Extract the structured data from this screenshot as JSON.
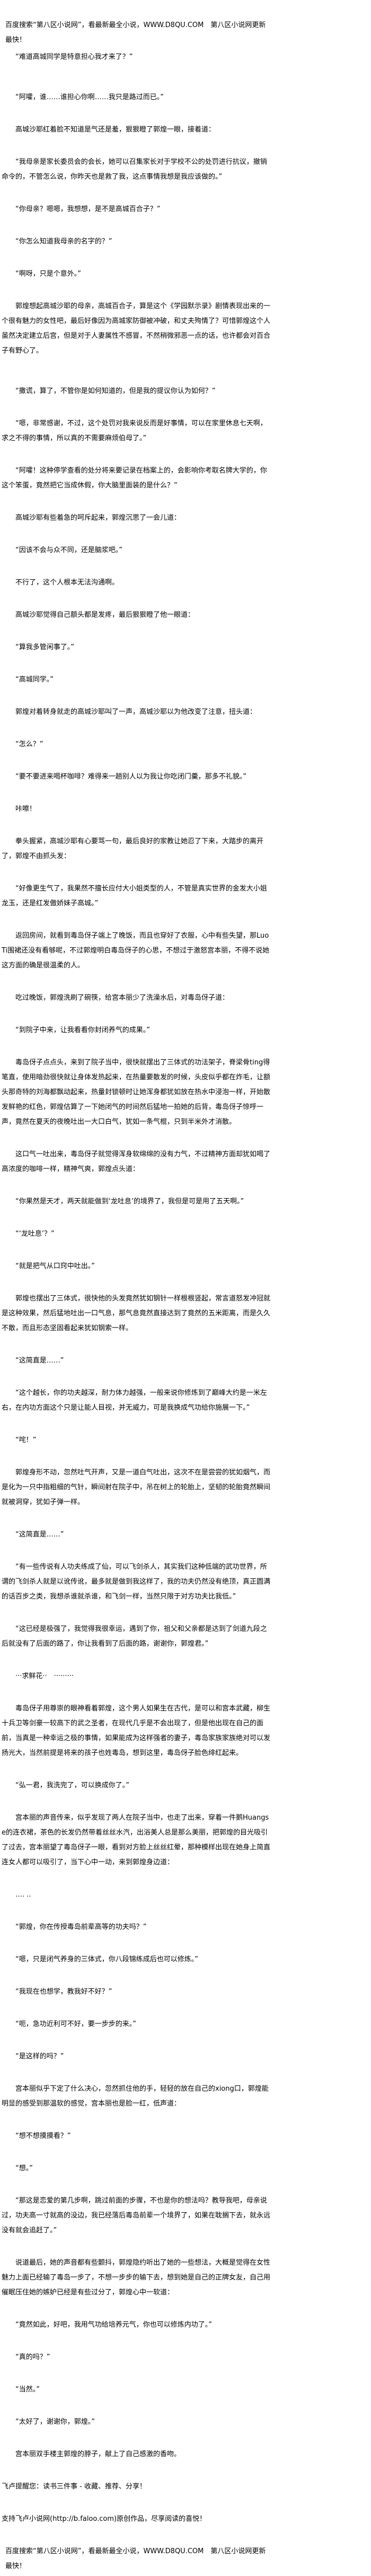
{
  "header_banner": "百度搜索“第八区小说网”，看最新最全小说，WWW.D8QU.COM　第八区小说网更新最快！",
  "paragraphs": [
    "“难道高城同学是特意担心我才来了？”",
    "“阿嚯，谁……谁担心你啊……我只是路过而已。”",
    "高城沙耶红着脸不知道是气还是羞，狠狠瞪了郭煌一眼，接着道：",
    "“我母亲是家长委员会的会长，她可以召集家长对于学校不公的处罚进行抗议，撤销命令的，不管怎么说，你昨天也是救了我，这点事情我想是我应该做的。”",
    "“你母亲？嗯嗯，我想想，是不是高城百合子？”",
    "“你怎么知道我母亲的名字的？”",
    "“啊呀，只是个意外。”",
    "郭煌想起高城沙耶的母亲，高城百合子，算是这个《学园默示录》剧情表现出来的一个很有魅力的女性吧，最后好像因为高城家防御被冲破，和丈夫殉情了？可惜郭煌这个人虽然决定建立后宫，但是对于人妻属性不感冒，不然稍微邪恶一点的话，也许都会对百合子有野心了。",
    "“撒谎，算了，不管你是如何知道的，但是我的提议你认为如何？”",
    "“嗯，非常感谢，不过，这个处罚对我来说反而是好事情，可以在家里休息七天啊，求之不得的事情，所以真的不需要麻烦伯母了。”",
    "“阿嚯！这种停学查看的处分将来要记录在档案上的，会影响你考取名牌大学的，你这个笨蛋，竟然把它当成休假，你大脑里面装的是什么？”",
    "高城沙耶有些着急的呵斥起来，郭煌沉思了一会儿道：",
    "“因该不会与众不同，还是脑浆吧。”",
    "不行了，这个人根本无法沟通啊。",
    "高城沙耶觉得自己额头都是发疼，最后狠狠瞪了他一眼道：",
    "“算我多管闲事了。”",
    "“高城同学。”",
    "郭煌对着转身就走的高城沙耶叫了一声，高城沙耶以为他改变了注意，扭头道：",
    "“怎么？”",
    "“要不要进来喝杯咖啡？难得来一趟别人以为我让你吃闭门羹，那多不礼貌。”",
    "咔嚓！",
    "拳头握紧，高城沙耶有心要骂一句，最后良好的家教让她忍了下来，大踏步的离开了，郭煌不由抓头发：",
    "“好像更生气了，我果然不擅长应付大小姐类型的人，不管是真实世界的金发大小姐龙玉，还是红发傲娇妹子高城。”",
    "返回房间，就看到毒岛伢子端上了晚饭，而且也穿好了衣服，心中有些失望，那LuoTi围裙还没有看够呢，不过郭煌明白毒岛伢子的心思，不想过于激怒宫本丽，不得不说她这方面的确是很温柔的人。",
    "吃过晚饭，郭煌洗刷了碗筷，给宫本丽少了洗澡水后，对毒岛伢子道：",
    "“到院子中来，让我看看你封闭养气的成果。”",
    "毒岛伢子点点头，来到了院子当中，很快就摆出了三体式的功法架子，脊梁骨ting得笔直，使用暗劲很快就让身体发热起来，在热量要散发的时候，头皮似乎都在炸毛，让额头那奇特的刘海都飘动起来，热量封锁顿时让她浑身都犹如放在热水中浸泡一样，开始散发鲜艳的红色，郭煌估算了一下她闭气的时间然后猛地一拍她的后背，毒岛伢子惊呼一声，竟然在夏天的夜晚吐出一大口白气，犹如一条气棍，只到半米外才消散。",
    "这口气一吐出来，毒岛伢子就觉得浑身软绵绵的没有力气，不过精神方面却犹如喝了高浓度的咖啡一样，精神气爽，郭煌点头道：",
    "“你果然是天才，两天就能做到‘龙吐息’的境界了，我但是可是用了五天啊。”",
    "“‘龙吐息’？”",
    "“就是把气从口窍中吐出。”",
    "郭煌也摆出了三体式，很快他的头发竟然犹如钢针一样根根竖起，常言道怒发冲冠就是这种效果，然后猛地吐出一口气息，那气息竟然直接达到了竟然的五米距离，而是久久不散，而且形态坚固看起来犹如钢索一样。",
    "“这简直是……”",
    "“这个越长，你的功夫越深，耐力体力越强，一般来说你修炼到了巅峰大约是一米左右，在内功方面这个只是让能人目视，并无威力，可是我换成气功给你施展一下。”",
    "“咤！”",
    "郭煌身形不动，忽然吐气开声，又是一道白气吐出，这次不在是尝尝的犹如烟气，而是化为一只中指粗细的气针，瞬间射在院子中，吊在树上的轮胎上，坚韧的轮胎竟然瞬间就被洞穿，犹如子弹一样。",
    "“这简直是……”",
    "“有一些传说有人功夫练成了仙，可以飞剑杀人，其实我们这种低端的武功世界，所谓的飞剑杀人就是以讹传讹，最多就是做到我这样了，我的功夫仍然没有绝顶，真正圆满的话百步之类，我想杀谁就杀谁，和飞剑一样，当然只限于对方功夫比我低。”",
    "“这已经是极强了，我觉得我很幸运，遇到了你，祖父和父亲都是达到了剑道九段之后就没有了后面的路了，你让我看到了后面的路，谢谢你，郭煌君。”",
    "···求鲜花··　·········",
    "毒岛伢子用尊崇的眼神看着郭煌，这个男人如果生在古代，是可以和宫本武藏，柳生十兵卫等剑豪一较高下的武之圣者，在现代几乎是不会出现了，但是他出现在自己的面前，当真是一种幸运之极的事情，如果能成为这样强者的妻子，毒岛家族家族绝对可以发扬光大，当然前提是将来的孩子也姓毒岛，想到这里，毒岛伢子脸色绯红起来。",
    "“弘一君，我洗完了，可以换成你了。”",
    "宫本丽的声音传来，似乎发现了两人在院子当中，也走了出来，穿着一件鹅Huangse的连衣裙，茶色的长发仍然带着丝丝水汽，出浴美人总是那么美丽，把郭煌的目光吸引了过去，宫本丽望了毒岛伢子一眼，看到对方脸上丝丝红晕，那种模样出现在她身上简直连女人都可以吸引了，当下心中一动，来到郭煌身边道：",
    "…. ..",
    "“郭煌，你在传授毒岛前辈高等的功夫吗？”",
    "“嗯，只是闭气养身的三体式，你八段锦练成后也可以修炼。”",
    "“我现在也想学，教我好不好？”",
    "“呃，急功近利可不好，要一步步的来。”",
    "“是这样的吗？”",
    "宫本丽似乎下定了什么决心，忽然抓住他的手，轻轻的放在自己的xiong口，郭煌能明显的感受到那温软的感觉，宫本丽也是脸一红，低声道：",
    "“想不想摸摸看？”",
    "“想。”",
    "“那这是恋爱的第几步啊，跳过前面的步骤，不也是你的想法吗？教导我吧，母亲说过，功夫高一寸就高的没边，我已经落后毒岛前辈一个境界了，如果在耽搁下去，就永远没有就会追赶了。”",
    "说道最后，她的声音都有些颤抖，郭煌隐约听出了她的一些想法，大概是觉得在女性魅力上面已经输了毒岛一步了，不想一步步的输下去，想到她是自己的正牌女友，自己用催眠压住她的嫉妒已经是有些过分了，郭煌心中一软道：",
    "“竟然如此，好吧，我用气功给培养元气，你也可以修炼内功了。”",
    "“真的吗？”",
    "“当然。”",
    "“太好了，谢谢你，郭煌。”",
    "宫本丽双手楼主郭煌的脖子，献上了自己感激的香吻。"
  ],
  "footer": {
    "reminder": "飞卢提醒您：读书三件事 - 收藏、推荐、分享！",
    "support": "支持飞卢小说网(http://b.faloo.com)原创作品，尽享阅读的喜悦！",
    "banner": "百度搜索“第八区小说网”，看最新最全小说，WWW.D8QU.COM　第八区小说网更新最快！"
  }
}
